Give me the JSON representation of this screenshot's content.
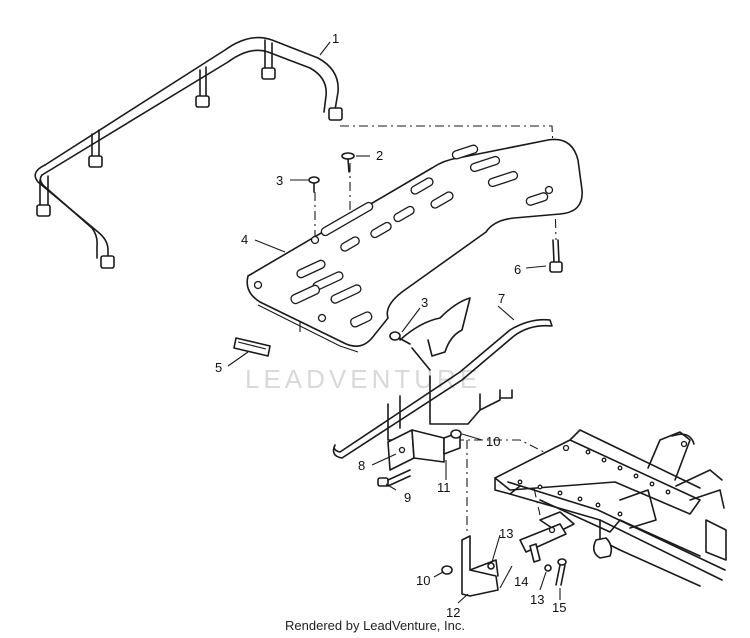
{
  "watermark": "LEADVENTURE",
  "footer": "Rendered by LeadVenture, Inc.",
  "callouts": {
    "c1": "1",
    "c2": "2",
    "c3a": "3",
    "c3b": "3",
    "c4": "4",
    "c5": "5",
    "c6": "6",
    "c7": "7",
    "c8": "8",
    "c9": "9",
    "c10a": "10",
    "c10b": "10",
    "c11": "11",
    "c12": "12",
    "c13a": "13",
    "c13b": "13",
    "c14": "14",
    "c15": "15"
  }
}
